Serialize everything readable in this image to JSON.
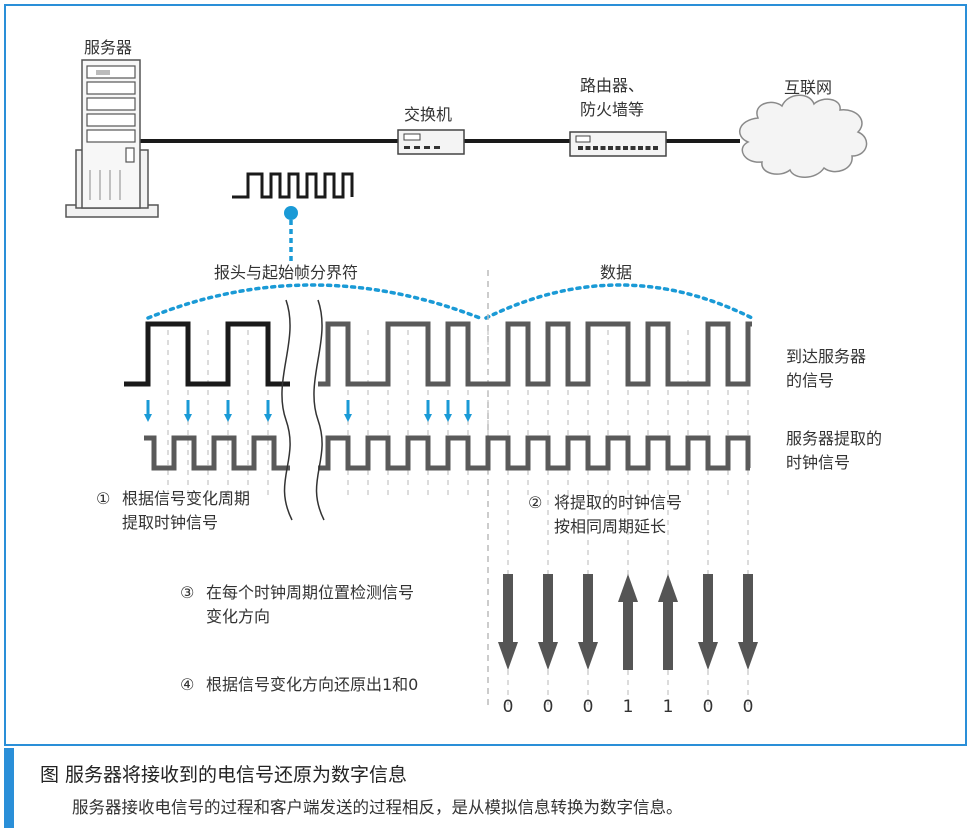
{
  "labels": {
    "server": "服务器",
    "switch": "交换机",
    "router_line1": "路由器、",
    "router_line2": "防火墙等",
    "internet": "互联网",
    "preamble": "报头与起始帧分界符",
    "data": "数据",
    "arrive_line1": "到达服务器",
    "arrive_line2": "的信号",
    "extract_line1": "服务器提取的",
    "extract_line2": "时钟信号"
  },
  "steps": {
    "s1_num": "①",
    "s1_line1": "根据信号变化周期",
    "s1_line2": "提取时钟信号",
    "s2_num": "②",
    "s2_line1": "将提取的时钟信号",
    "s2_line2": "按相同周期延长",
    "s3_num": "③",
    "s3_line1": "在每个时钟周期位置检测信号",
    "s3_line2": "变化方向",
    "s4_num": "④",
    "s4_line1": "根据信号变化方向还原出1和0"
  },
  "bits": [
    "0",
    "0",
    "0",
    "1",
    "1",
    "0",
    "0"
  ],
  "directions": [
    "down",
    "down",
    "down",
    "up",
    "up",
    "down",
    "down"
  ],
  "caption": {
    "title": "图 服务器将接收到的电信号还原为数字信息",
    "description": "服务器接收电信号的过程和客户端发送的过程相反，是从模拟信息转换为数字信息。"
  },
  "colors": {
    "frame_blue": "#2a8fd8",
    "dot_blue": "#1a9ad6",
    "signal_dark": "#1a1a1a",
    "signal_gray": "#5a5a5a"
  }
}
